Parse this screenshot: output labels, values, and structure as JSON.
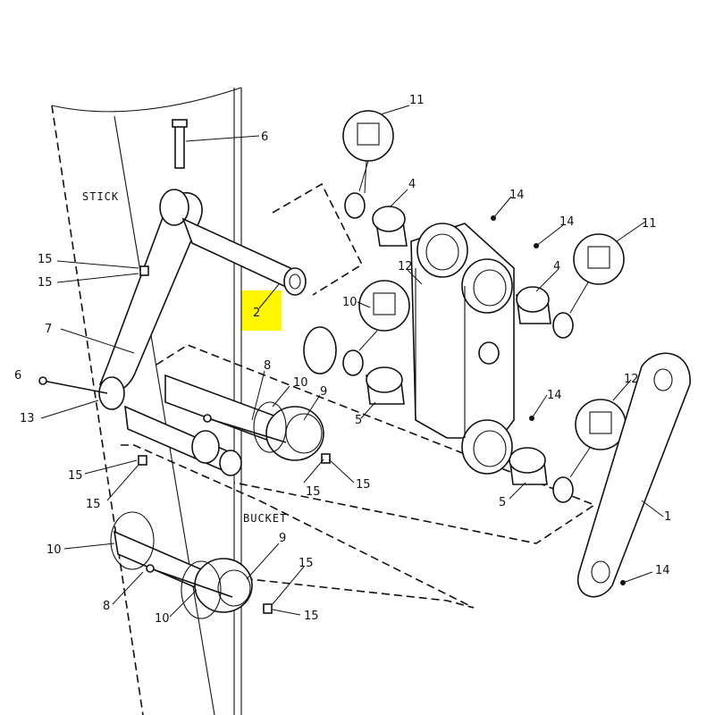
{
  "diagram": {
    "callouts": {
      "c1": "1",
      "c2": "2",
      "c4a": "4",
      "c4b": "4",
      "c5a": "5",
      "c5b": "5",
      "c6a": "6",
      "c6b": "6",
      "c7": "7",
      "c8a": "8",
      "c8b": "8",
      "c9a": "9",
      "c9b": "9",
      "c10a": "10",
      "c10b": "10",
      "c10c": "10",
      "c10d": "10",
      "c11a": "11",
      "c11b": "11",
      "c12a": "12",
      "c12b": "12",
      "c13": "13",
      "c14a": "14",
      "c14b": "14",
      "c14c": "14",
      "c14d": "14",
      "c15a": "15",
      "c15b": "15",
      "c15c": "15",
      "c15d": "15",
      "c15e": "15",
      "c15f": "15",
      "c15g": "15",
      "c15h": "15"
    },
    "section_labels": {
      "stick": "STICK",
      "bucket": "BUCKET"
    },
    "highlight": {
      "color": "#fff700",
      "target": "2"
    },
    "line_color": "#111111"
  }
}
